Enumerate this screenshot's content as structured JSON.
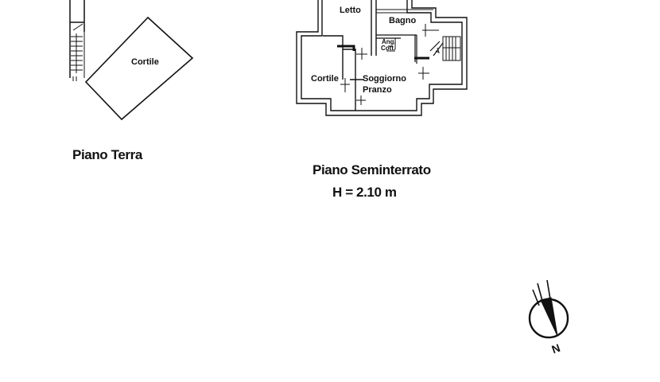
{
  "ground_floor": {
    "room_cortile": "Cortile",
    "caption": "Piano Terra"
  },
  "basement": {
    "rooms": {
      "letto": "Letto",
      "bagno": "Bagno",
      "ang_cott_1": "Ang.",
      "ang_cott_2": "Cott.",
      "cortile": "Cortile",
      "soggiorno": "Soggiorno",
      "pranzo": "Pranzo"
    },
    "caption": "Piano Seminterrato",
    "height_note": "H = 2.10 m"
  },
  "compass": {
    "north_label": "N",
    "icon": "north-arrow-icon"
  },
  "colors": {
    "line": "#111111",
    "paper": "#ffffff"
  }
}
